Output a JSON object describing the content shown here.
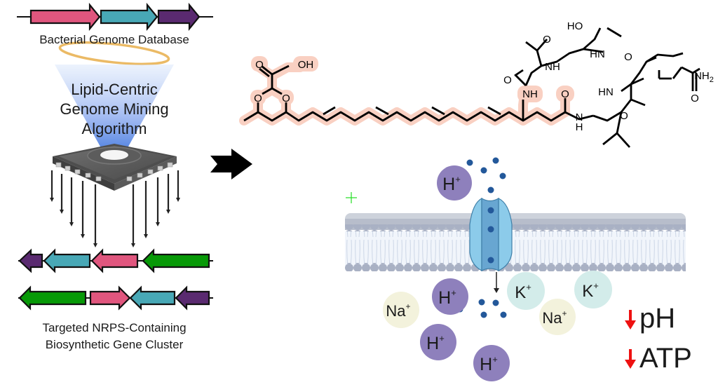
{
  "left_panel": {
    "top_label": "Bacterial Genome Database",
    "algorithm_label_lines": [
      "Lipid-Centric",
      "Genome Mining",
      "Algorithm"
    ],
    "bottom_label_lines": [
      "Targeted NRPS-Containing",
      "Biosynthetic Gene Cluster"
    ],
    "top_gene_cluster": [
      {
        "gene": "gene-1",
        "color": "#e0567e",
        "direction": "forward"
      },
      {
        "gene": "gene-2",
        "color": "#48a8b6",
        "direction": "forward"
      },
      {
        "gene": "gene-3",
        "color": "#5a2a70",
        "direction": "forward"
      }
    ],
    "result_cluster_row_1": [
      {
        "color": "#5a2a70",
        "direction": "reverse"
      },
      {
        "color": "#48a8b6",
        "direction": "reverse"
      },
      {
        "color": "#e0567e",
        "direction": "reverse"
      },
      {
        "color": "#079907",
        "direction": "reverse"
      }
    ],
    "result_cluster_row_2": [
      {
        "color": "#079907",
        "direction": "reverse"
      },
      {
        "color": "#e0567e",
        "direction": "forward"
      },
      {
        "color": "#48a8b6",
        "direction": "reverse"
      },
      {
        "color": "#5a2a70",
        "direction": "reverse"
      }
    ]
  },
  "molecule": {
    "atom_labels": {
      "carbonyl_o": "O",
      "acid_oh": "OH",
      "ring_o_left": "O",
      "ring_o_right": "O",
      "amide_nh_lipid": "NH",
      "amide_o_lipid": "O",
      "val_o": "O",
      "val_nh": "NH",
      "ketone_o": "O",
      "ho_label": "HO",
      "hn_top": "HN",
      "o_top_right": "O",
      "nh2_label": "NH",
      "nh2_sub": "2",
      "gln_o": "O",
      "hn_right": "HN",
      "o_right_lower": "O",
      "nh_bottom_n": "N",
      "nh_bottom_h": "H"
    },
    "highlight_color": "#f9d0c2"
  },
  "membrane_panel": {
    "ions": [
      {
        "label": "H",
        "charge": "+",
        "type": "proton",
        "color": "#8e80bc"
      },
      {
        "label": "H",
        "charge": "+",
        "type": "proton",
        "color": "#8e80bc"
      },
      {
        "label": "H",
        "charge": "+",
        "type": "proton",
        "color": "#8e80bc"
      },
      {
        "label": "H",
        "charge": "+",
        "type": "proton",
        "color": "#8e80bc"
      },
      {
        "label": "Na",
        "charge": "+",
        "type": "sodium",
        "color": "#f3f2dc"
      },
      {
        "label": "Na",
        "charge": "+",
        "type": "sodium",
        "color": "#f3f2dc"
      },
      {
        "label": "K",
        "charge": "+",
        "type": "potassium",
        "color": "#d3ecea"
      },
      {
        "label": "K",
        "charge": "+",
        "type": "potassium",
        "color": "#d3ecea"
      }
    ],
    "effects": [
      {
        "label": "pH",
        "direction": "decrease"
      },
      {
        "label": "ATP",
        "direction": "decrease"
      }
    ],
    "arrow_color": "#ee1111",
    "particle_color": "#23589a",
    "channel_color": "#8ccbea"
  }
}
